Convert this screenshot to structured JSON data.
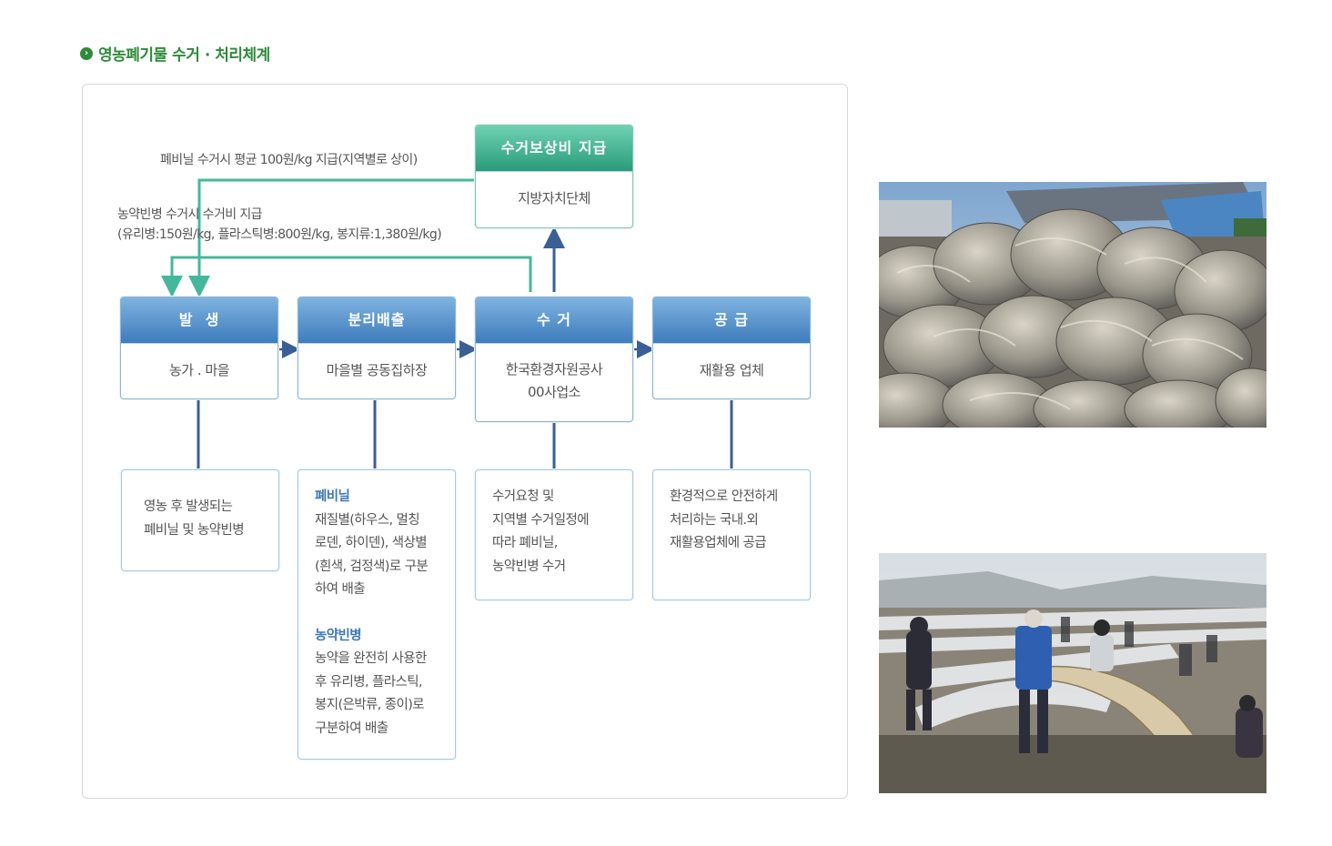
{
  "page": {
    "title": "영농폐기물 수거 · 처리체계"
  },
  "notes": {
    "vinyl_payment": "폐비닐 수거시 평균 100원/kg 지급(지역별로 상이)",
    "bottle_payment_line1": "농약빈병 수거시 수거비 지급",
    "bottle_payment_line2": "(유리병:150원/kg, 플라스틱병:800원/kg, 봉지류:1,380원/kg)"
  },
  "compensation": {
    "title": "수거보상비 지급",
    "body": "지방자치단체"
  },
  "steps": [
    {
      "title": "발  생",
      "body": "농가 . 마을"
    },
    {
      "title": "분리배출",
      "body": "마을별 공동집하장"
    },
    {
      "title": "수 거",
      "body_line1": "한국환경자원공사",
      "body_line2": "00사업소"
    },
    {
      "title": "공 급",
      "body": "재활용 업체"
    }
  ],
  "descriptions": {
    "occurrence": [
      "영농 후 발생되는",
      "폐비닐 및 농약빈병"
    ],
    "separation": {
      "vinyl_title": "폐비닐",
      "vinyl_lines": [
        "재질별(하우스, 멀칭",
        "로덴, 하이덴), 색상별",
        "(흰색, 검정색)로 구분",
        "하여 배출"
      ],
      "bottle_title": "농약빈병",
      "bottle_lines": [
        "농약을 완전히 사용한",
        "후 유리병, 플라스틱,",
        "봉지(은박류, 종이)로",
        "구분하여 배출"
      ]
    },
    "collection": [
      "수거요청 및",
      "지역별 수거일정에",
      "따라 폐비닐,",
      "농약빈병 수거"
    ],
    "supply": [
      "환경적으로 안전하게",
      "처리하는 국내.외",
      "재활용업체에 공급"
    ]
  },
  "colors": {
    "title_green": "#2e8b3a",
    "step_blue": "#3e7cbc",
    "comp_green": "#2a9b7a",
    "connector_teal": "#44b89a",
    "connector_blue": "#3a5f94"
  }
}
